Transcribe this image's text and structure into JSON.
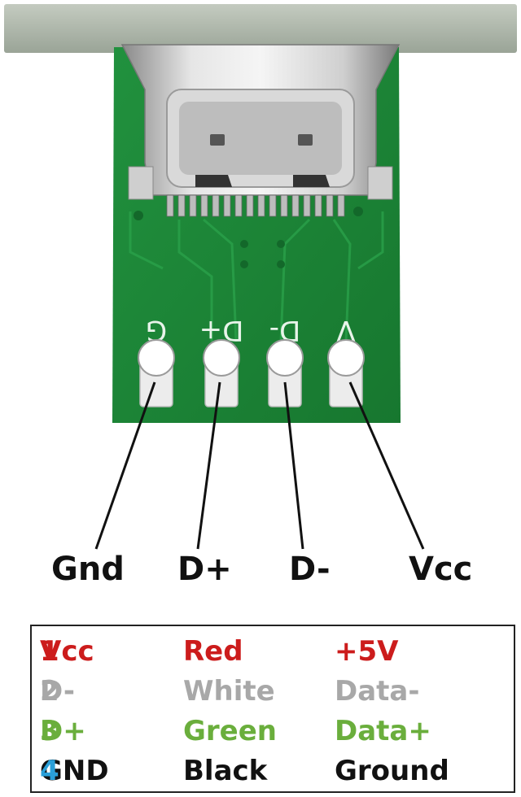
{
  "silkscreen": {
    "g": "G",
    "dplus": "D+",
    "dminus": "D-",
    "v": "V"
  },
  "pins": [
    {
      "label": "Gnd"
    },
    {
      "label": "D+"
    },
    {
      "label": "D-"
    },
    {
      "label": "Vcc"
    }
  ],
  "legend": {
    "rows": [
      {
        "num": "1",
        "name": "Vcc",
        "wire": "Red",
        "signal": "+5V",
        "color": "#cc1c1c",
        "num_color": "#cc1c1c"
      },
      {
        "num": "2",
        "name": "D-",
        "wire": "White",
        "signal": "Data-",
        "color": "#a8a8a8",
        "num_color": "#a8a8a8"
      },
      {
        "num": "3",
        "name": "D+",
        "wire": "Green",
        "signal": "Data+",
        "color": "#6aae3c",
        "num_color": "#6aae3c"
      },
      {
        "num": "4",
        "name": "GND",
        "wire": "Black",
        "signal": "Ground",
        "color": "#111111",
        "num_color": "#2a9fd8"
      }
    ]
  },
  "colors": {
    "pcb": "#1f8a3a",
    "pcb_dark": "#176a2c",
    "connector": "#c9c9c9",
    "copper_pad": "#e6e6e6"
  }
}
